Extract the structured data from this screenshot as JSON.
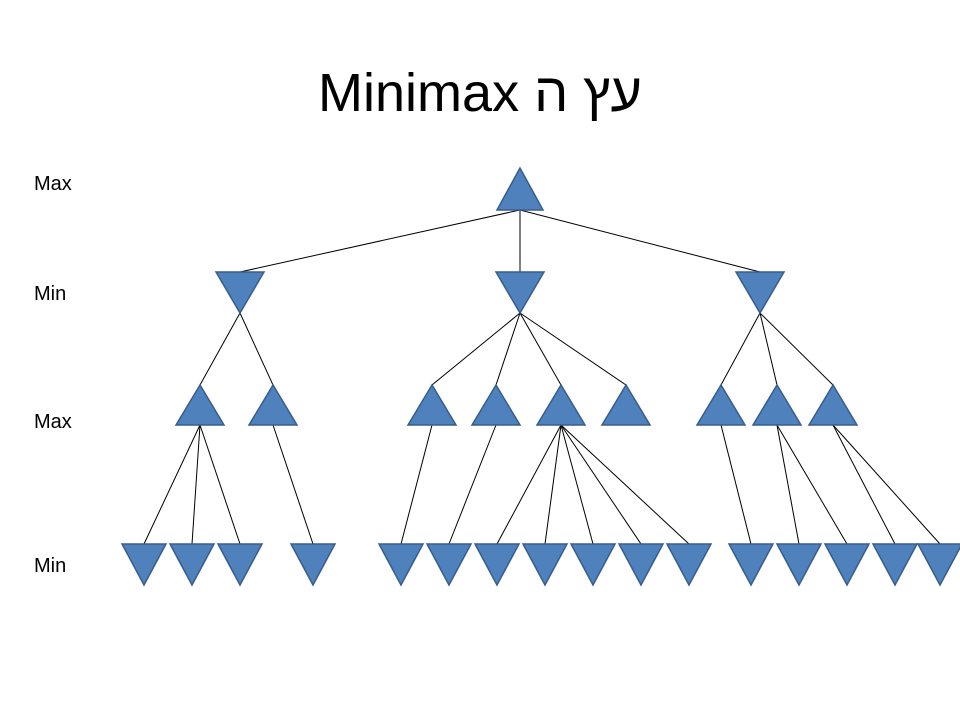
{
  "slide": {
    "title": "Minimax עץ ה",
    "level_labels": [
      "Max",
      "Min",
      "Max",
      "Min"
    ]
  },
  "tree": {
    "node_color": "#4f81bd",
    "node_stroke": "#385d8a",
    "edge_color": "#000000",
    "levels": [
      {
        "label": "Max",
        "shape": "triangle-up"
      },
      {
        "label": "Min",
        "shape": "triangle-down"
      },
      {
        "label": "Max",
        "shape": "triangle-up"
      },
      {
        "label": "Min",
        "shape": "triangle-down"
      }
    ],
    "structure": {
      "root_children": 3,
      "min1_children": [
        2,
        4,
        3
      ],
      "max2_children": [
        3,
        1,
        1,
        1,
        5,
        0,
        1,
        2,
        2
      ]
    }
  }
}
